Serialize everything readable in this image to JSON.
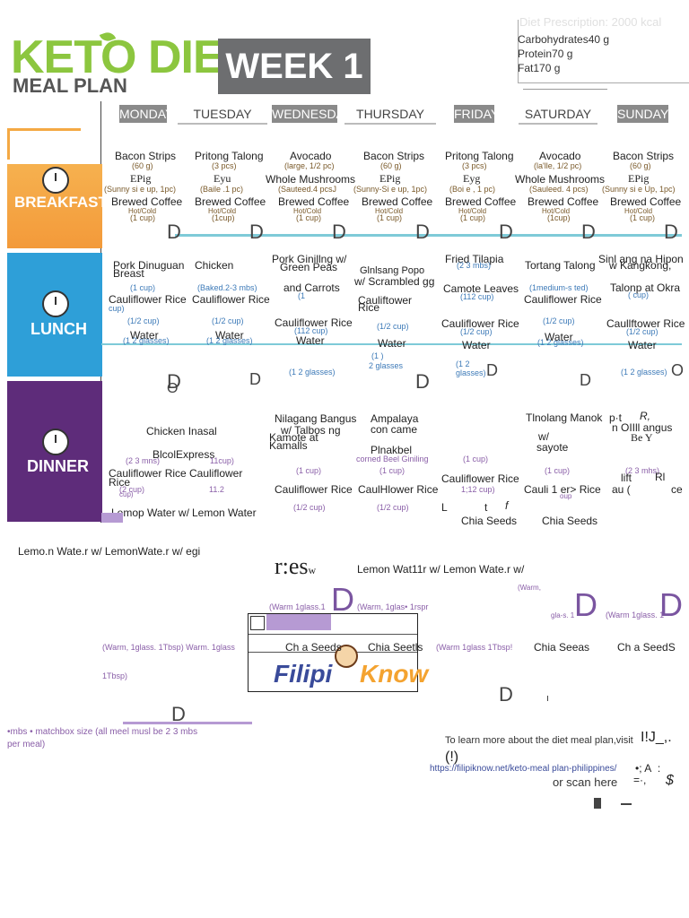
{
  "header": {
    "logo_title": "KETO DIET",
    "logo_subtitle": "MEAL PLAN",
    "week_label": "WEEK 1",
    "prescription_title": "Diet Prescription: 2000 kcal",
    "prescription": [
      {
        "label": "Carbohydrates",
        "value": "40 g"
      },
      {
        "label": "Protein",
        "value": "70 g"
      },
      {
        "label": "Fat",
        "value": "170 g"
      }
    ]
  },
  "days": [
    "MONDAY",
    "TUESDAY",
    "WEDNESDAY",
    "THURSDAY",
    "FRIDAY",
    "SATURDAY",
    "SUNDAY"
  ],
  "meals": {
    "breakfast": "BREAKFAST",
    "lunch": "LUNCH",
    "dinner": "DINNER"
  },
  "breakfast": {
    "mon": [
      "Bacon Strips",
      "(60 g)",
      "EPig",
      "(Sunny si e up, 1pc)",
      "Brewed Coffee",
      "Hot/Cold",
      "(1 cup)"
    ],
    "tue": [
      "Pritong Talong",
      "(3 pcs)",
      "Eyu",
      "(Baile .1 pc)",
      "Brewed Coffee",
      "Hot/Cold",
      "(1cup)"
    ],
    "wed": [
      "Avocado",
      "(large, 1/2 pc)",
      "Whole Mushrooms",
      "(Sauteed.4 pcsJ",
      "Brewed Coffee",
      "Hot/Cold",
      "(1 cup)"
    ],
    "thu": [
      "Bacon Strips",
      "(60 g)",
      "EPig",
      "(Sunny-Si e up, 1pc)",
      "Brewed Coffee",
      "Hot/Cold",
      "(1 cup)"
    ],
    "fri": [
      "Pritong Talong",
      "(3 pcs)",
      "Eyg",
      "(Boi e , 1 pc)",
      "Brewed Coffee",
      "Hot/Cold",
      "(1 cup)"
    ],
    "sat": [
      "Avocado",
      "(la'lle, 1/2 pc)",
      "Whole Mushrooms",
      "(Sauleed. 4 pcs)",
      "Brewed Coffee",
      "Hot/Cold",
      "(1cup)"
    ],
    "sun": [
      "Bacon Strips",
      "(60 g)",
      "EPig",
      "(Sunny si e Up, 1pc)",
      "Brewed Coffee",
      "Hot/Cold",
      "(1 cup)"
    ]
  },
  "lunch": {
    "mon": [
      "Pork Dinuguan",
      "Breast",
      "(1 cup)",
      "Cauliflower Rice",
      "cup)",
      "(1/2 cup)",
      "Water",
      "(1 2 glasses)"
    ],
    "tue": [
      "Chicken",
      "(Baked.2-3 mbs)",
      "Cauliflower Rice",
      "(1/2 cup)",
      "Water",
      "(1 2 glasses)"
    ],
    "wed": [
      "Pork Ginillng w/",
      "Green Peas",
      "and Carrots",
      "(1",
      "Cauliflower Rice",
      "(112 cup)",
      "Water",
      "(1 2 glasses)"
    ],
    "thu": [
      "Glnlsang Popo",
      "w/ Scrambled gg",
      "Cauliftower",
      "Rice",
      "(1/2 cup)",
      "Water",
      "(1        )",
      "2 glasses"
    ],
    "fri": [
      "Fried Tilapia",
      "(2 3 mbs)",
      "Camote Leaves",
      "(112 cup)",
      "Cauliflower Rice",
      "(1/2 cup)",
      "Water",
      "(1 2",
      "glasses)"
    ],
    "sat": [
      "Tortang Talong",
      "(1medium-s ted)",
      "Cauliflower Rice",
      "(1/2 cup)",
      "Water",
      "(1 2 glasses)"
    ],
    "sun": [
      "Sinl ang na Hipon",
      "w Kangkong,",
      "Talonp at Okra",
      "( cup)",
      "Caullftower Rice",
      "(1/2 cup)",
      "Water",
      "(1 2 glasses)"
    ]
  },
  "dinner": {
    "mon": [
      "Chicken Inasal",
      "(2 3 mns)",
      "Cauliflower Rice",
      "Rice",
      "(2 cup)",
      "cup)",
      "Lemop Water w/"
    ],
    "tue": [
      "BlcolExpress",
      "11cup)",
      "Cauliflower",
      "11.2",
      "Lemon Water"
    ],
    "wed": [
      "Nilagang Bangus",
      "w/ Talbos ng",
      "Kamote at",
      "Kamalls",
      "(1 cup)",
      "Cauliflower Rice",
      "(1/2 cup)"
    ],
    "thu": [
      "Ampalaya",
      "con came",
      "Plnakbel",
      "corned Beel Giniling",
      "(1 cup)",
      "CaulHlower Rice",
      "(1/2 cup)"
    ],
    "fri": [
      "(1 cup)",
      "Cauliflower Rice",
      "1;12 cup)",
      "L",
      "t",
      "f",
      "Chia Seeds"
    ],
    "sat": [
      "Tlnolang Manok",
      "w/",
      "sayote",
      "(1 cup)",
      "Cauli 1   er> Rice",
      "oup",
      "Chia Seeds"
    ],
    "sun": [
      "p·t",
      "R,",
      "n OIIll   angus",
      "Be Y",
      "(2 3 mhs)",
      "lift",
      "Rl",
      "au (",
      "ce"
    ]
  },
  "extras": {
    "row1_left": "Lemo.n Wate.r w/   LemonWate.r w/      egi",
    "row1_mid": "r:es",
    "row1_mid_small": "w",
    "row1_right": "Lemon Wat11r w/   Lemon Wate.r w/",
    "warm_1": "(Warm 1glass.1",
    "warm_2": "(Warm, 1glas• 1rspr",
    "warm_3": "(Warm,",
    "warm_4": "gla-s. 1",
    "warm_5": "(Warm 1glass. 1",
    "warm_6": "(Warm, 1glass. 1Tbsp) Warm. 1glass",
    "warm_7": "1Tbsp)",
    "warm_8": "(Warm 1glass 1Tbsp!",
    "chia": [
      "Ch a Seeds",
      "Chia Seetls",
      "Chia Seeas",
      "Ch a SeedS"
    ],
    "legend": "•mbs • matchbox size (all meel musl be 2 3 mbs",
    "legend2": "per meal)"
  },
  "brand": {
    "name_a": "Filipi",
    "name_b": "Know"
  },
  "footer": {
    "learn": "To learn more about the diet meal plan,visit",
    "learn_tail": "I!J_,.",
    "paren": "(!)",
    "url": "https://filipiknow.net/keto-meal plan-philippines/",
    "scan": "or scan here",
    "qr_glyph": "•; A  :",
    "qr_glyph2": "=·,",
    "qr_glyph3": "$"
  },
  "marks": {
    "D": "D",
    "O": "O"
  },
  "colors": {
    "keto_green": "#8cc63f",
    "breakfast": "#f4a944",
    "lunch": "#2e9fd8",
    "dinner": "#5e2c7a",
    "week_box": "#6d6e70",
    "divider_blue": "#7ecad8",
    "accent_purple": "#b69ad3"
  }
}
